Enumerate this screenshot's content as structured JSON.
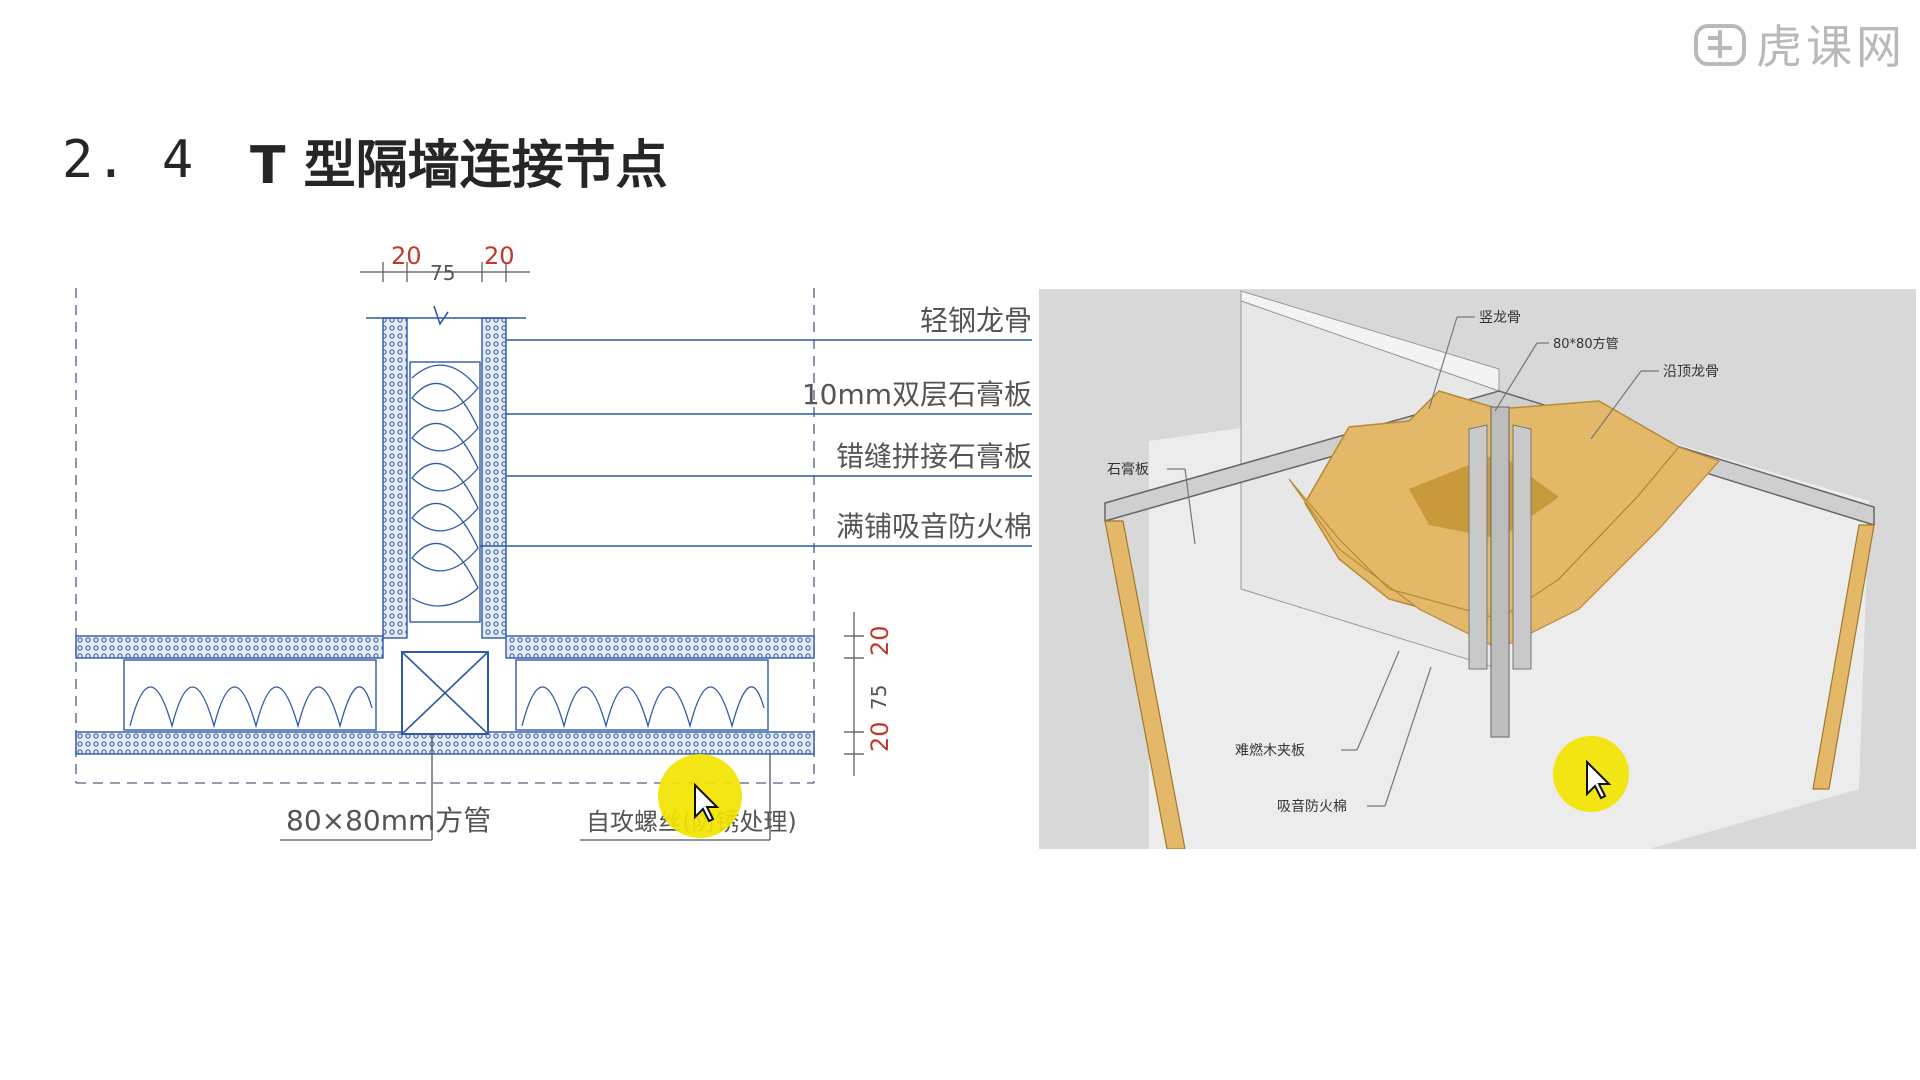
{
  "watermark": {
    "text": "虎课网"
  },
  "title": {
    "number": "2. 4",
    "text": "T 型隔墙连接节点"
  },
  "plan": {
    "dims_top": [
      "20",
      "75",
      "20"
    ],
    "dims_right": [
      "20",
      "75",
      "20"
    ],
    "callouts": [
      "轻钢龙骨",
      "10mm双层石膏板",
      "错缝拼接石膏板",
      "满铺吸音防火棉"
    ],
    "bottom_labels": [
      "80×80mm方管",
      "自攻螺丝(防锈处理)"
    ]
  },
  "render": {
    "labels": {
      "stud": "竖龙骨",
      "square_tube": "80*80方管",
      "top_track": "沿顶龙骨",
      "gypsum": "石膏板",
      "plywood": "难燃木夹板",
      "cotton": "吸音防火棉"
    }
  },
  "colors": {
    "cad_line": "#2f5aa8",
    "cad_fill": "#e4eaf0",
    "dim_red": "#c0392b",
    "label_gray": "#555555",
    "cotton": "#e3b969",
    "cotton_dark": "#c99a3c",
    "render_bg": "#d8d8d8",
    "highlight": "#f2e400"
  }
}
